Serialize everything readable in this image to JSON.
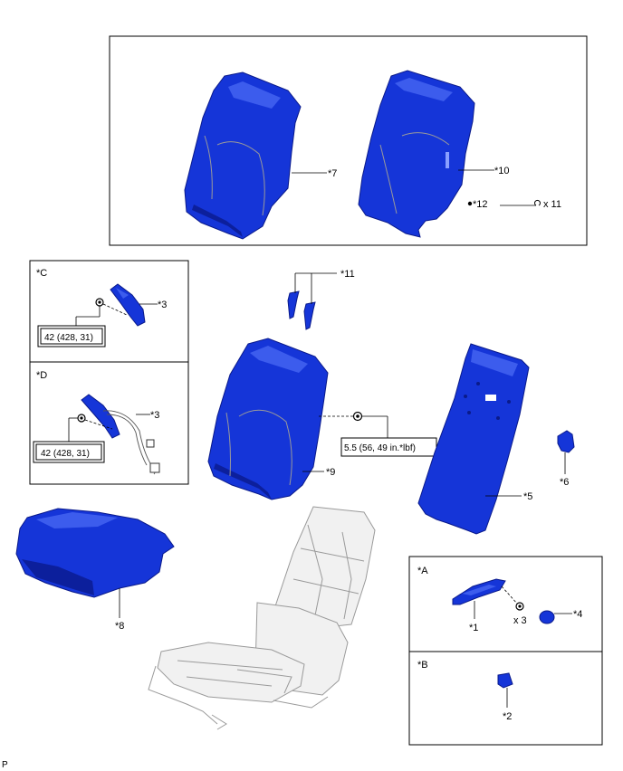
{
  "labels": {
    "p7": "*7",
    "p10": "*10",
    "p12": "*12",
    "x11": "x 11",
    "p11": "*11",
    "p9": "*9",
    "p5": "*5",
    "p6": "*6",
    "p8": "*8",
    "p1": "*1",
    "x3": "x 3",
    "p4": "*4",
    "p2": "*2",
    "c3": "*3",
    "d3": "*3"
  },
  "section_labels": {
    "A": "*A",
    "B": "*B",
    "C": "*C",
    "D": "*D"
  },
  "torque": {
    "seatback": "5.5 (56, 49 in.*lbf)",
    "c": "42 (428, 31)",
    "d": "42 (428, 31)"
  },
  "footer": "P",
  "colors": {
    "part_blue": "#1535d8",
    "part_outline": "#0a1a8a",
    "ghost_gray": "#9a9a9a"
  }
}
